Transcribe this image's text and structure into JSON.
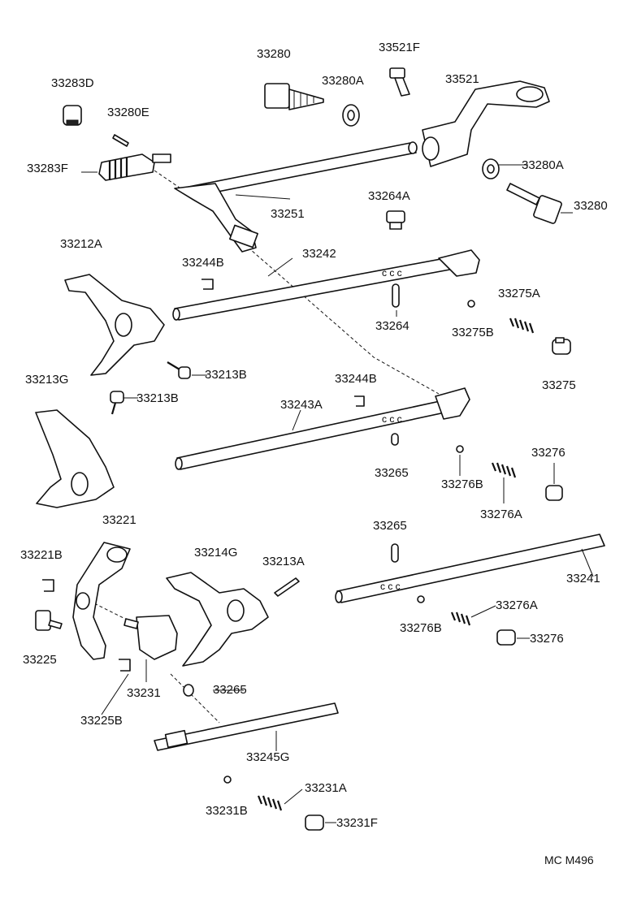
{
  "parts": {
    "p33280_top": "33280",
    "p33521F": "33521F",
    "p33283D": "33283D",
    "p33280A_top": "33280A",
    "p33521": "33521",
    "p33280E": "33280E",
    "p33283F": "33283F",
    "p33280A_right": "33280A",
    "p33264A": "33264A",
    "p33251": "33251",
    "p33280_right": "33280",
    "p33212A": "33212A",
    "p33242": "33242",
    "p33244B_top": "33244B",
    "p33275A": "33275A",
    "p33264": "33264",
    "p33275B": "33275B",
    "p33275": "33275",
    "p33213B_a": "33213B",
    "p33213G": "33213G",
    "p33244B_mid": "33244B",
    "p33213B_b": "33213B",
    "p33243A": "33243A",
    "p33276_a": "33276",
    "p33265_a": "33265",
    "p33276B_a": "33276B",
    "p33276A_a": "33276A",
    "p33221": "33221",
    "p33265_b": "33265",
    "p33221B": "33221B",
    "p33214G": "33214G",
    "p33213A": "33213A",
    "p33241": "33241",
    "p33276A_b": "33276A",
    "p33276B_b": "33276B",
    "p33276_b": "33276",
    "p33225": "33225",
    "p33231": "33231",
    "p33265_c": "33265",
    "p33225B": "33225B",
    "p33245G": "33245G",
    "p33231A": "33231A",
    "p33231B": "33231B",
    "p33231F": "33231F"
  },
  "footer": {
    "code": "MC  M496"
  }
}
